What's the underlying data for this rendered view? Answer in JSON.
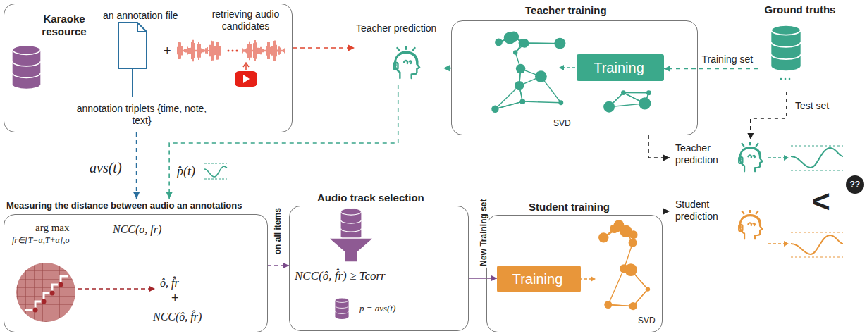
{
  "diagram": {
    "nodes": [
      {
        "text": [
          "Karaoke resource",
          "an annotation file",
          "+",
          "retrieving audio candidates",
          "annotation triplets {time, note, text}"
        ]
      },
      {
        "text": [
          "Teacher prediction"
        ]
      },
      {
        "text": [
          "Teacher training",
          "SVD"
        ]
      },
      {
        "text": [
          "Training"
        ],
        "in": 2
      },
      {
        "text": [
          "Ground truths"
        ]
      },
      {
        "text": [
          "Teacher prediction"
        ]
      },
      {
        "text": [
          "Student prediction"
        ]
      },
      {
        "text": [
          "Measuring the distance between audio an annotations",
          "arg max",
          "fr∈[T−α,T+α],o",
          "NCC(o, fr)",
          "ô, f̂r",
          "+",
          "NCC(ô, f̂r)"
        ]
      },
      {
        "text": [
          "Audio track selection",
          "NCC(ô, f̂r) ≥ Tcorr",
          "p = avs(t)"
        ]
      },
      {
        "text": [
          "Student training",
          "SVD"
        ]
      },
      {
        "text": [
          "Training"
        ],
        "in": 9
      }
    ],
    "edges": [
      {
        "from": 0,
        "to": 1,
        "arrow": "to"
      },
      {
        "from": 2,
        "to": 1,
        "arrow": "to"
      },
      {
        "from": 4,
        "to": 3,
        "label": "Training set",
        "arrow": "to"
      },
      {
        "from": 0,
        "to": 7,
        "label": "avs(t)",
        "arrow": "to"
      },
      {
        "from": 1,
        "to": 7,
        "label": "p̂(t)",
        "arrow": "to"
      },
      {
        "from": 4,
        "to": 5,
        "label": "Test set",
        "arrow": "to"
      },
      {
        "from": 2,
        "to": 5,
        "arrow": "to"
      },
      {
        "from": 7,
        "to": 8,
        "label": "on all items",
        "arrow": "to"
      },
      {
        "from": 8,
        "to": 10,
        "label": "New Training set",
        "arrow": "to"
      },
      {
        "from": 9,
        "to": 6,
        "arrow": "to"
      }
    ],
    "labels": [
      "<",
      "??"
    ]
  }
}
